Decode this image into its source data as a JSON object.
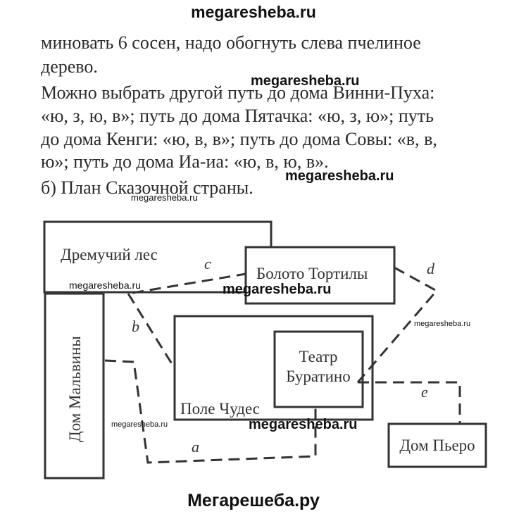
{
  "watermarks": {
    "top": "megaresheba.ru",
    "bottom": "Мегарешеба.ру"
  },
  "text": {
    "line1": "миновать 6 сосен, надо обогнуть слева пчелиное",
    "line2": "дерево.",
    "line3": "Можно выбрать другой путь до дома Винни-Пуха:",
    "line4": "«ю, з, ю, в»; путь до дома Пятачка: «ю, з, ю»; путь",
    "line5": "до дома Кенги: «ю, в, в»; путь до дома Совы: «в, в,",
    "line6": "ю»; путь до дома Иа-иа: «ю, в, ю, в».",
    "line7": "б) План Сказочной страны."
  },
  "map": {
    "dremuchiy_les": "Дремучий лес",
    "boloto": "Болото Тортилы",
    "malvina": "Дом Мальвины",
    "teatr_line1": "Театр",
    "teatr_line2": "Буратино",
    "pole": "Поле Чудес",
    "piero": "Дом Пьеро",
    "path_a": "a",
    "path_b": "b",
    "path_c": "c",
    "path_d": "d",
    "path_e": "e"
  }
}
